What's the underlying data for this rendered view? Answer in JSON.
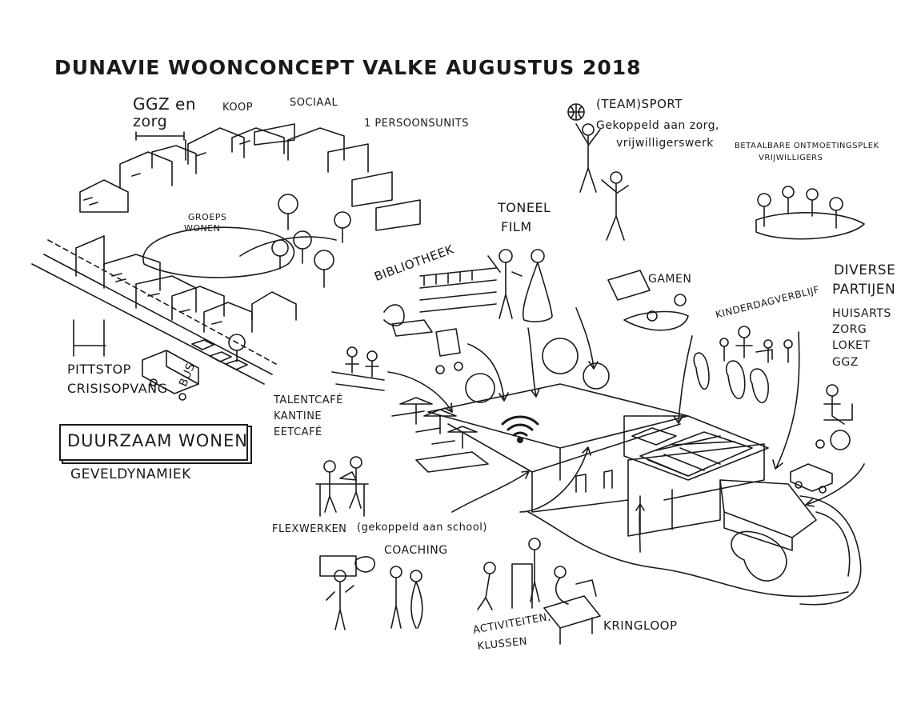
{
  "title": "DUNAVIE WOONCONCEPT VALKE  AUGUSTUS 2018",
  "labels": {
    "ggz_en": "GGZ en",
    "zorg": "zorg",
    "koop": "KOOP",
    "sociaal": "SOCIAAL",
    "persoonsunits": "1 PERSOONSUNITS",
    "groeps": "GROEPS",
    "wonen": "WONEN",
    "pittstop": "PITTSTOP",
    "crisisopvang": "CRISISOPVANG",
    "bus": "BUS",
    "duurzaam": "DUURZAAM WONEN",
    "geveldynamiek": "GEVELDYNAMIEK",
    "teamsport": "(TEAM)SPORT",
    "gekoppeld_zorg": "Gekoppeld aan zorg,",
    "vrijwilligerswerk": "vrijwilligerswerk",
    "betaalbare": "BETAALBARE ONTMOETINGSPLEK",
    "vrijwilligers": "VRIJWILLIGERS",
    "toneel": "TONEEL",
    "film": "FILM",
    "bibliotheek": "BIBLIOTHEEK",
    "gamen": "GAMEN",
    "kinderdagverblijf": "KINDERDAGVERBLIJF",
    "diverse": "DIVERSE",
    "partijen": "PARTIJEN",
    "huisarts": "HUISARTS",
    "zorg2": "ZORG",
    "loket": "LOKET",
    "ggz": "GGZ",
    "talentcafe": "TALENTCAFÉ",
    "kantine": "KANTINE",
    "eetcafe": "EETCAFÉ",
    "flexwerken": "FLEXWERKEN",
    "gekoppeld_school": "(gekoppeld aan school)",
    "coaching": "COACHING",
    "activiteiten": "ACTIVITEITEN,",
    "klussen": "KLUSSEN",
    "kringloop": "KRINGLOOP"
  },
  "icons": [
    "wifi-icon",
    "basketball-icon"
  ],
  "colors": {
    "ink": "#1a1a1a",
    "paper": "#ffffff"
  }
}
